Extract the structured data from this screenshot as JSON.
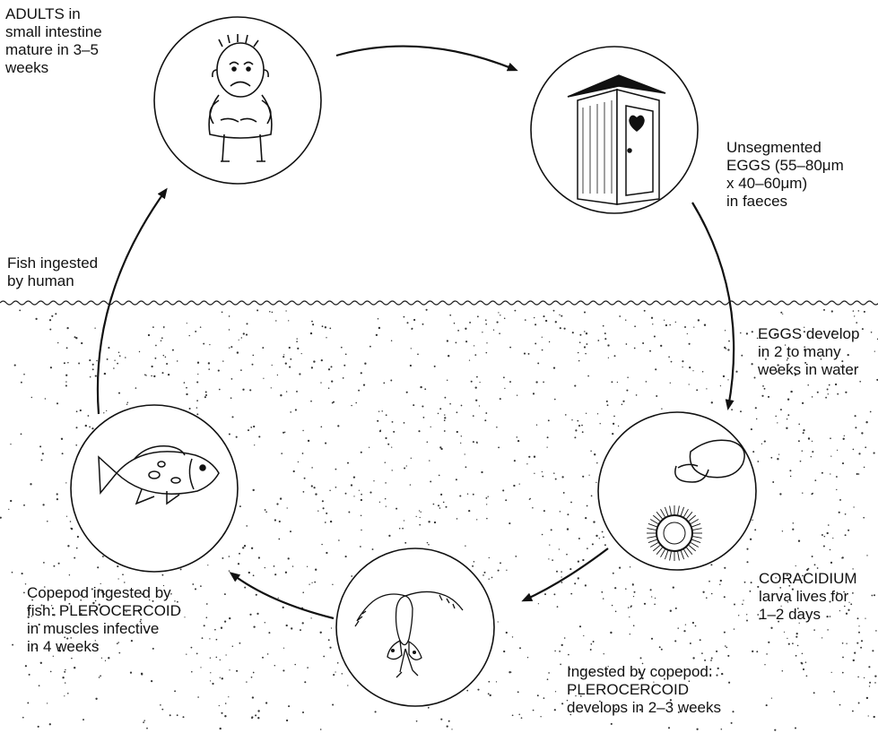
{
  "stages": {
    "adults": {
      "lines": [
        "ADULTS in",
        "small intestine",
        "mature in 3–5",
        "weeks"
      ],
      "icon": "sick-human-icon"
    },
    "eggs": {
      "lines": [
        "Unsegmented",
        "EGGS (55–80μm",
        "x 40–60μm)",
        "in faeces"
      ],
      "icon": "outhouse-icon"
    },
    "egg_development": {
      "lines": [
        "EGGS develop",
        "in 2 to many",
        "weeks in water"
      ]
    },
    "coracidium": {
      "lines": [
        "CORACIDIUM",
        "larva lives for",
        "1–2 days"
      ],
      "icon": "coracidium-larva-icon"
    },
    "copepod": {
      "lines": [
        "Ingested by copepod:",
        "PLEROCERCOID",
        "develops in 2–3 weeks"
      ],
      "icon": "copepod-icon"
    },
    "fish": {
      "lines": [
        "Copepod ingested by",
        "fish: PLEROCERCOID",
        "in muscles infective",
        "in 4 weeks"
      ],
      "icon": "fish-icon"
    },
    "human_ingestion": {
      "lines": [
        "Fish ingested",
        "by human"
      ]
    }
  }
}
